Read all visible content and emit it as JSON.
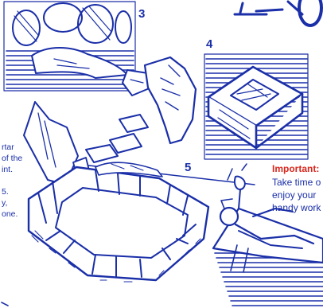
{
  "steps": {
    "three": "3",
    "four": "4",
    "five": "5"
  },
  "left_fragments": [
    "rtar",
    "of the",
    "int.",
    "5.",
    "y,",
    "one."
  ],
  "important": {
    "heading": "Important:",
    "lines": [
      "Take time o",
      "enjoy your",
      "handy work"
    ]
  },
  "colors": {
    "ink": "#1a2fa8",
    "accent": "#d6281e",
    "paper": "#ffffff"
  }
}
